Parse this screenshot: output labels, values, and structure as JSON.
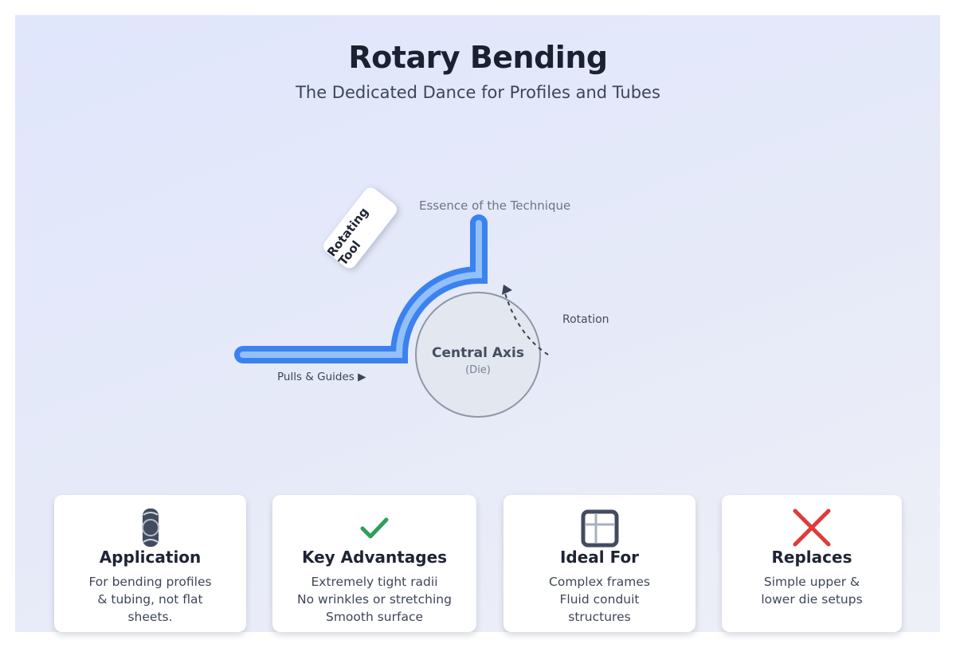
{
  "header": {
    "title": "Rotary Bending",
    "subtitle": "The Dedicated Dance for Profiles and Tubes"
  },
  "diagram": {
    "tool_label": "Rotating Tool",
    "essence_label": "Essence of the Technique",
    "rotation_label": "Rotation",
    "pulls_label": "Pulls & Guides ▶",
    "axis_label": "Central Axis",
    "axis_sublabel": "(Die)",
    "colors": {
      "tube_outer": "#3b82f0",
      "tube_inner": "#93c0f7",
      "die_fill": "#e3e7ef",
      "die_stroke": "#8d96a6"
    }
  },
  "cards": [
    {
      "icon": "tube-icon",
      "title": "Application",
      "lines": [
        "For bending profiles",
        "& tubing, not flat",
        "sheets."
      ]
    },
    {
      "icon": "check-icon",
      "title": "Key Advantages",
      "lines": [
        "Extremely tight radii",
        "No wrinkles or stretching",
        "Smooth surface"
      ],
      "icon_color": "#2e9e5b"
    },
    {
      "icon": "frame-icon",
      "title": "Ideal For",
      "lines": [
        "Complex frames",
        "Fluid conduit",
        "structures"
      ]
    },
    {
      "icon": "cross-icon",
      "title": "Replaces",
      "lines": [
        "Simple upper &",
        "lower die setups"
      ],
      "icon_color": "#e03a3a"
    }
  ]
}
